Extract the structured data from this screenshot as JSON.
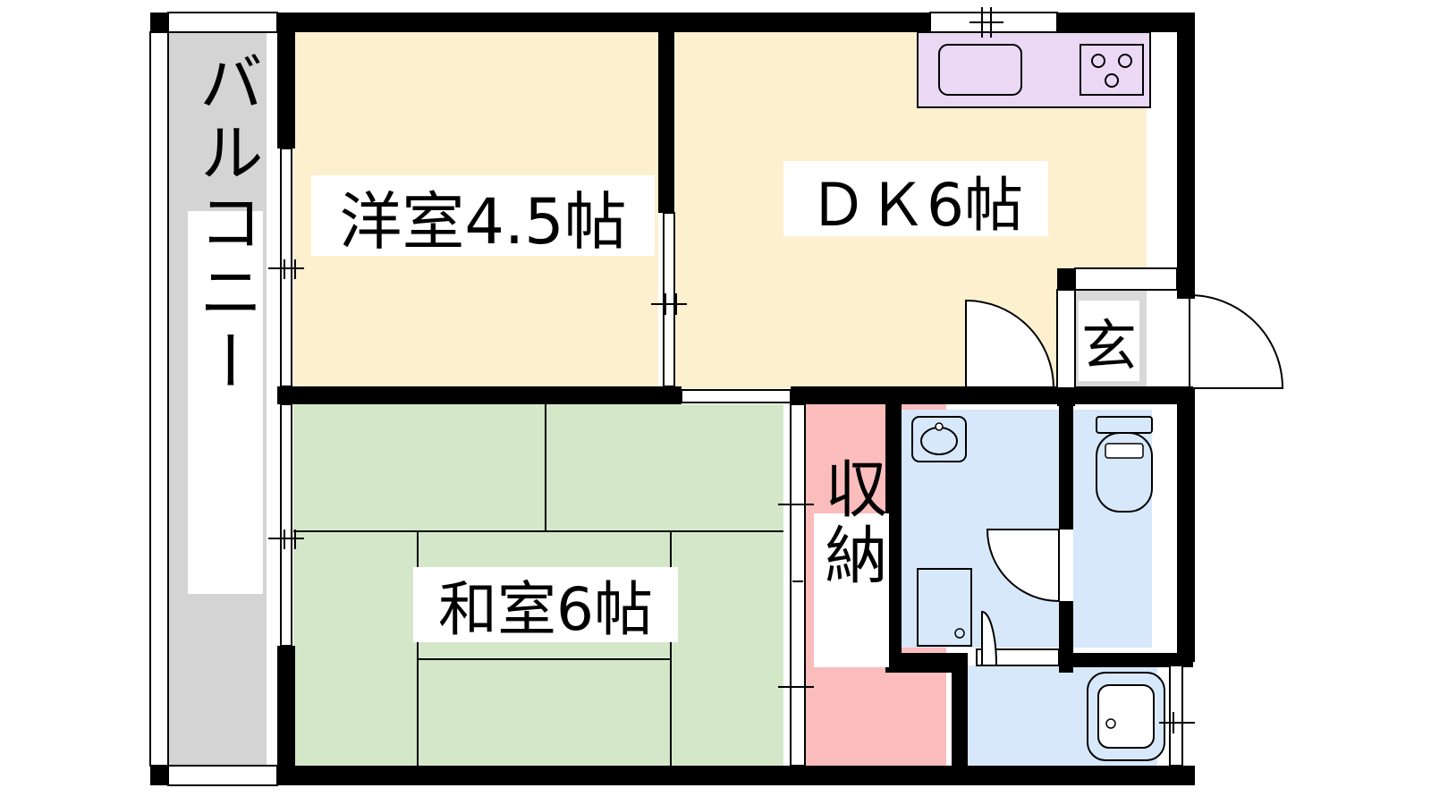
{
  "rooms": {
    "western_room": {
      "label": "洋室4.5帖"
    },
    "dining_kitchen": {
      "label": "ＤＫ6帖"
    },
    "japanese_room": {
      "label": "和室6帖"
    },
    "balcony": {
      "label": "バルコニー"
    },
    "entrance": {
      "label": "玄"
    },
    "storage": {
      "label": "収納"
    }
  },
  "colors": {
    "western_room": "#fdf0cf",
    "dining_kitchen": "#fdf0cf",
    "japanese_room": "#d4e8c9",
    "balcony": "#d4d4d4",
    "storage": "#fbbcbc",
    "wet_area": "#d8e8fb",
    "kitchen_counter": "#ead8f4",
    "entrance": "#d9d9d9",
    "wall": "#000000"
  },
  "icons": [
    "sink-icon",
    "stove-icon",
    "washbasin-icon",
    "toilet-icon",
    "bathtub-icon",
    "washing-machine-icon",
    "door-swing-icon",
    "window-icon"
  ]
}
